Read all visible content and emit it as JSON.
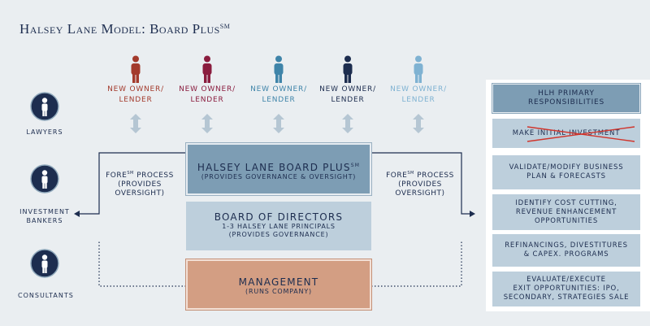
{
  "title": {
    "main": "Halsey Lane Model: Board Plus",
    "mark": "SM"
  },
  "owners": [
    {
      "line1": "NEW OWNER/",
      "line2": "LENDER",
      "color": "#a33a2c"
    },
    {
      "line1": "NEW OWNER/",
      "line2": "LENDER",
      "color": "#8a1c3e"
    },
    {
      "line1": "NEW OWNER/",
      "line2": "LENDER",
      "color": "#3f84a9"
    },
    {
      "line1": "NEW OWNER/",
      "line2": "LENDER",
      "color": "#1d2d4f"
    },
    {
      "line1": "NEW OWNER/",
      "line2": "LENDER",
      "color": "#7fb2d2"
    }
  ],
  "advisors": [
    {
      "line1": "LAWYERS",
      "line2": ""
    },
    {
      "line1": "INVESTMENT",
      "line2": "BANKERS"
    },
    {
      "line1": "CONSULTANTS",
      "line2": ""
    }
  ],
  "center": {
    "board_title": "HALSEY LANE BOARD PLUS",
    "board_mark": "SM",
    "board_sub": "(PROVIDES GOVERNANCE & OVERSIGHT)",
    "directors_title": "BOARD OF DIRECTORS",
    "directors_sub1": "1-3 HALSEY LANE PRINCIPALS",
    "directors_sub2": "(PROVIDES GOVERNANCE)",
    "mgmt_title": "MANAGEMENT",
    "mgmt_sub": "(RUNS COMPANY)"
  },
  "process": {
    "left_line1": "FORE",
    "left_mark": "SM",
    "left_rest": " PROCESS",
    "left_line2": "(PROVIDES",
    "left_line3": "OVERSIGHT)",
    "right_line1": "FORE",
    "right_mark": "SM",
    "right_rest": " PROCESS",
    "right_line2": "(PROVIDES",
    "right_line3": "OVERSIGHT)"
  },
  "responsibilities": {
    "head1": "HLH PRIMARY",
    "head2": "RESPONSIBILITIES",
    "items": [
      {
        "l1": "MAKE INITIAL INVESTMENT",
        "l2": "",
        "l3": ""
      },
      {
        "l1": "VALIDATE/MODIFY BUSINESS",
        "l2": "PLAN & FORECASTS",
        "l3": ""
      },
      {
        "l1": "IDENTIFY COST CUTTING,",
        "l2": "REVENUE ENHANCEMENT",
        "l3": "OPPORTUNITIES"
      },
      {
        "l1": "REFINANCINGS, DIVESTITURES",
        "l2": "& CAPEX. PROGRAMS",
        "l3": ""
      },
      {
        "l1": "EVALUATE/EXECUTE",
        "l2": "EXIT OPPORTUNITIES: IPO,",
        "l3": "SECONDARY, STRATEGIES SALE"
      }
    ]
  },
  "colors": {
    "navy": "#1d2d4f",
    "board_blue": "#7d9db4",
    "light_blue": "#bdcfdc",
    "management": "#d39e83",
    "strike": "#d0352c"
  }
}
